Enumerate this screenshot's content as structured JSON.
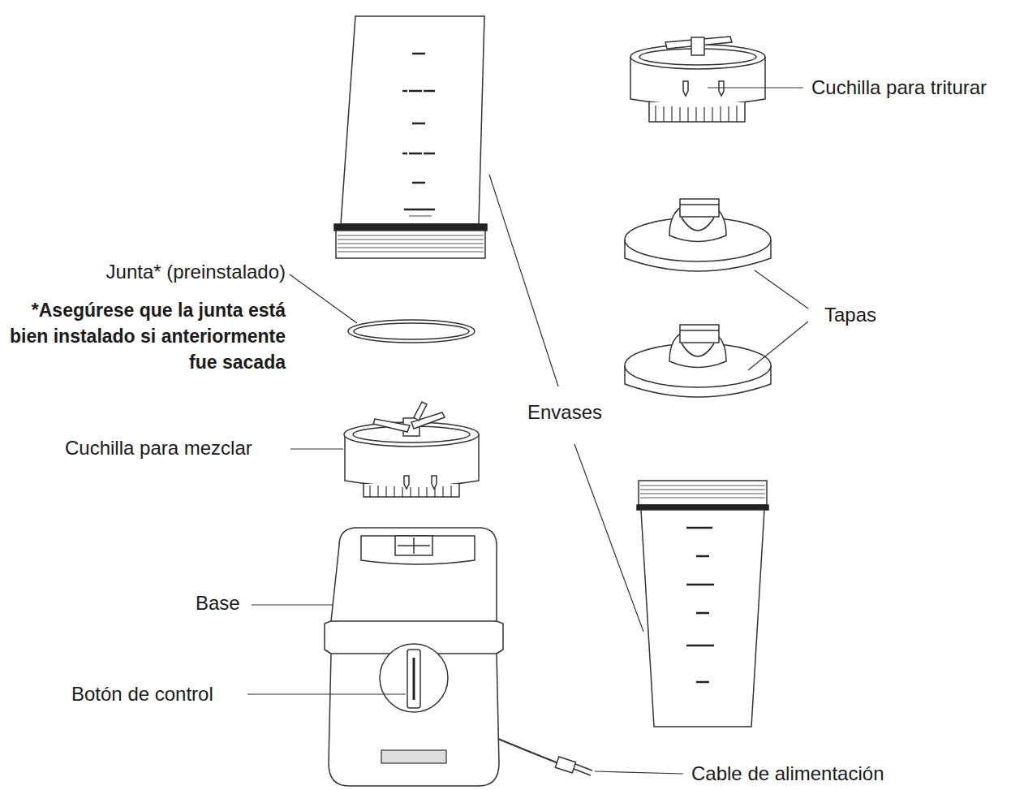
{
  "diagram": {
    "labels": [
      "Cuchilla para triturar",
      "Junta* (preinstalado)",
      "*Asegúrese que la junta está bien instalado si anteriormente fue sacada",
      "Tapas",
      "Envases",
      "Cuchilla para mezclar",
      "Base",
      "Botón de control",
      "Cable de alimentación"
    ]
  }
}
